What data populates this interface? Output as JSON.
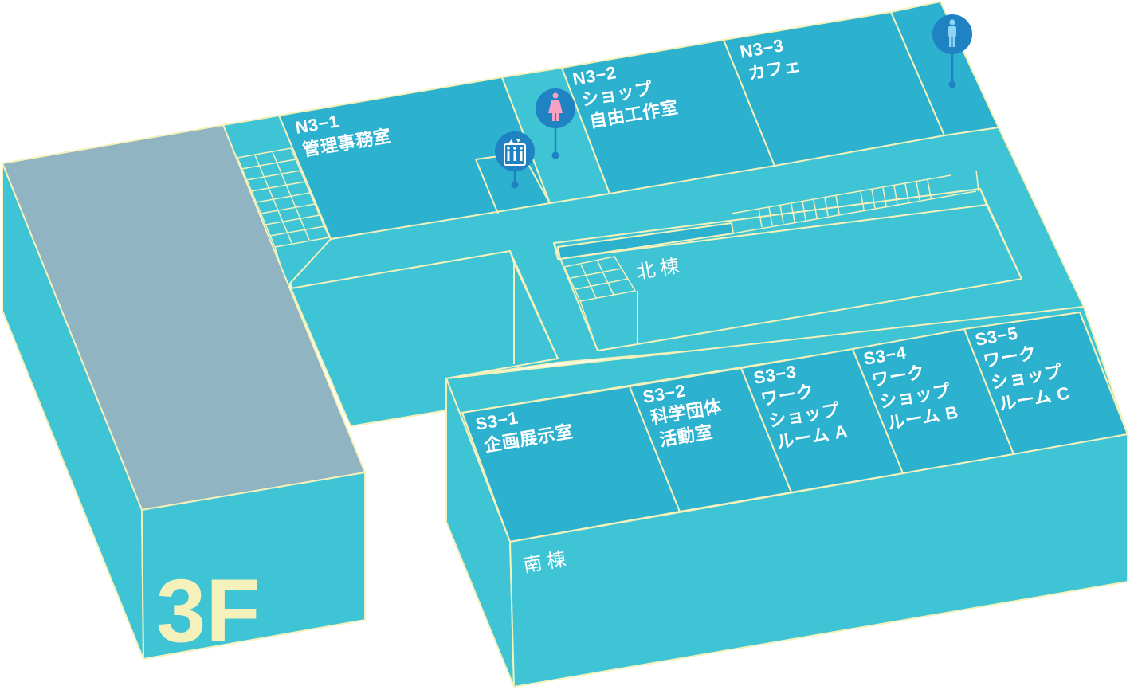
{
  "floor_label": "3F",
  "colors": {
    "face": "#3fc4d5",
    "room": "#2cb1cf",
    "gray_roof": "#91b4c2",
    "outline": "#f4f1bb",
    "pin_blue": "#1f82c3",
    "female_icon": "#f7a1c4",
    "male_icon": "#8fd3f5"
  },
  "wings": {
    "north": "北棟",
    "south": "南棟"
  },
  "rooms": {
    "n3_1": {
      "code": "N3−1",
      "name": "管理事務室"
    },
    "n3_2": {
      "code": "N3−2",
      "line1": "ショップ",
      "line2": "自由工作室"
    },
    "n3_3": {
      "code": "N3−3",
      "name": "カフェ"
    },
    "s3_1": {
      "code": "S3−1",
      "name": "企画展示室"
    },
    "s3_2": {
      "code": "S3−2",
      "line1": "科学団体",
      "line2": "活動室"
    },
    "s3_3": {
      "code": "S3−3",
      "line1": "ワーク",
      "line2": "ショップ",
      "line3": "ルーム A"
    },
    "s3_4": {
      "code": "S3−4",
      "line1": "ワーク",
      "line2": "ショップ",
      "line3": "ルーム B"
    },
    "s3_5": {
      "code": "S3−5",
      "line1": "ワーク",
      "line2": "ショップ",
      "line3": "ルーム C"
    }
  },
  "markers": [
    {
      "type": "elevator",
      "icon": "elevator-icon"
    },
    {
      "type": "restroom-female",
      "icon": "female-restroom-icon"
    },
    {
      "type": "restroom-male",
      "icon": "male-restroom-icon"
    }
  ]
}
